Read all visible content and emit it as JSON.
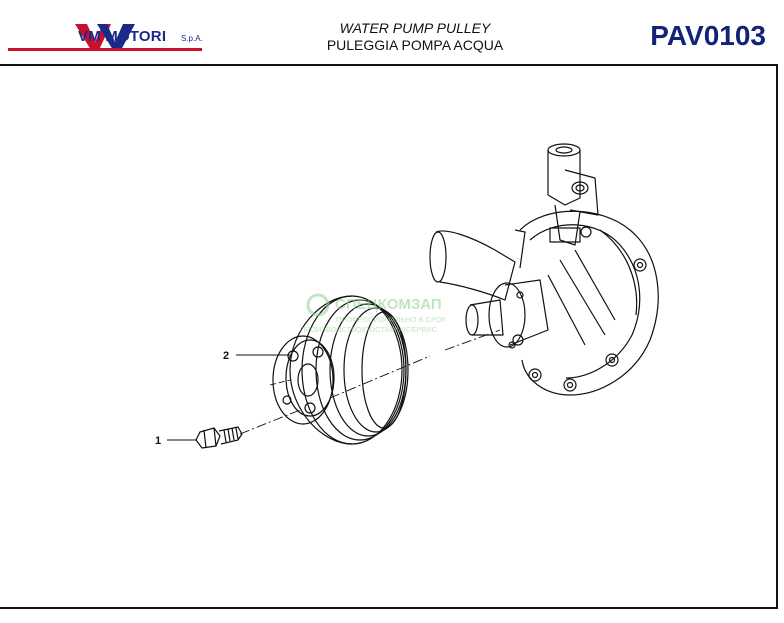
{
  "header": {
    "brand": "VM MOTORI",
    "brand_suffix": "S.p.A.",
    "title_en": "WATER PUMP PULLEY",
    "title_it": "PULEGGIA POMPA ACQUA",
    "code": "PAV0103"
  },
  "callouts": [
    {
      "label": "1"
    },
    {
      "label": "2"
    }
  ],
  "watermark": {
    "line1": "СПЕЦКОМЗАП",
    "line2": "ПРОФЕССИОНАЛЬНО В СРОК",
    "line3": "ПРОИЗВОДСТВО|ПОСТАВКА|СЕРВИС"
  },
  "colors": {
    "brand_blue": "#1b2a8a",
    "brand_red": "#c8102e",
    "code_blue": "#12237a"
  }
}
